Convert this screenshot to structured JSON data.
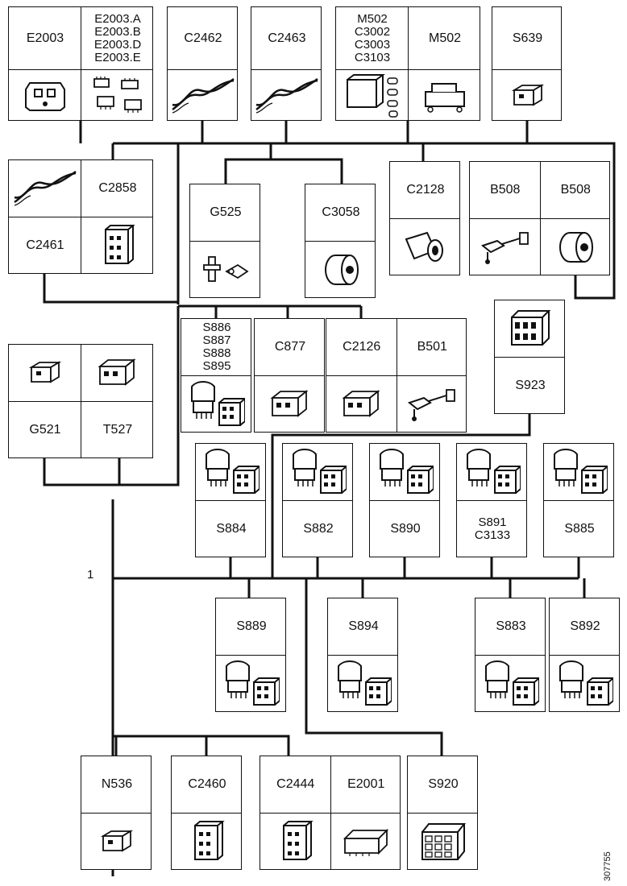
{
  "callout": "1",
  "doc_number": "307755",
  "boxes": [
    {
      "id": "b1",
      "labels": [
        "E2003",
        "E2003.A\nE2003.B\nE2003.D\nE2003.E"
      ]
    },
    {
      "id": "b2",
      "labels": [
        "C2462"
      ]
    },
    {
      "id": "b3",
      "labels": [
        "C2463"
      ]
    },
    {
      "id": "b4",
      "labels": [
        "M502\nC3002\nC3003\nC3103",
        "M502"
      ]
    },
    {
      "id": "b5",
      "labels": [
        "S639"
      ]
    },
    {
      "id": "b6",
      "labels": [
        "C2461",
        "C2858"
      ]
    },
    {
      "id": "b7",
      "labels": [
        "G525"
      ]
    },
    {
      "id": "b8",
      "labels": [
        "C3058"
      ]
    },
    {
      "id": "b9",
      "labels": [
        "C2128"
      ]
    },
    {
      "id": "b10",
      "labels": [
        "B508",
        "B508"
      ]
    },
    {
      "id": "b11",
      "labels": [
        "S886\nS887\nS888\nS895"
      ]
    },
    {
      "id": "b12",
      "labels": [
        "C877"
      ]
    },
    {
      "id": "b13",
      "labels": [
        "C2126",
        "B501"
      ]
    },
    {
      "id": "b14",
      "labels": [
        "S923"
      ]
    },
    {
      "id": "b15",
      "labels": [
        "G521",
        "T527"
      ]
    },
    {
      "id": "b16",
      "labels": [
        "S884"
      ]
    },
    {
      "id": "b17",
      "labels": [
        "S882"
      ]
    },
    {
      "id": "b18",
      "labels": [
        "S890"
      ]
    },
    {
      "id": "b19",
      "labels": [
        "S891\nC3133"
      ]
    },
    {
      "id": "b20",
      "labels": [
        "S885"
      ]
    },
    {
      "id": "b21",
      "labels": [
        "S889"
      ]
    },
    {
      "id": "b22",
      "labels": [
        "S894"
      ]
    },
    {
      "id": "b23",
      "labels": [
        "S883"
      ]
    },
    {
      "id": "b24",
      "labels": [
        "S892"
      ]
    },
    {
      "id": "b25",
      "labels": [
        "N536"
      ]
    },
    {
      "id": "b26",
      "labels": [
        "C2460"
      ]
    },
    {
      "id": "b27",
      "labels": [
        "C2444",
        "E2001"
      ]
    },
    {
      "id": "b28",
      "labels": [
        "S920"
      ]
    }
  ]
}
